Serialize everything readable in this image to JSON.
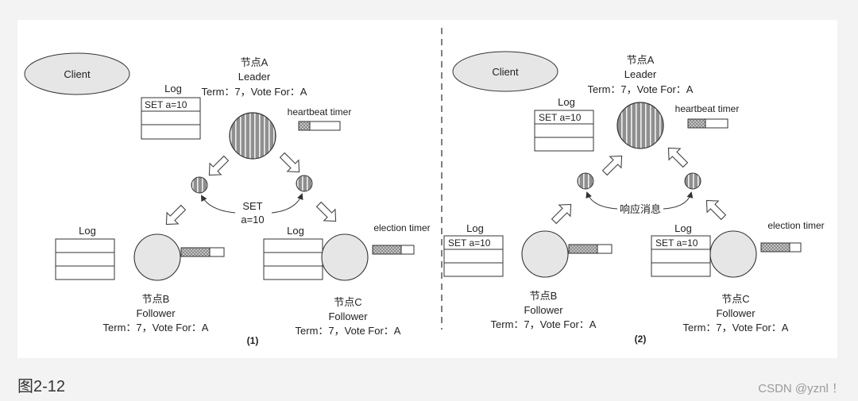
{
  "caption": "图2-12",
  "watermark": "CSDN @yznl ！",
  "labels": {
    "client": "Client",
    "log": "Log",
    "log_entry": "SET a=10",
    "node_a": "节点A",
    "node_b": "节点B",
    "node_c": "节点C",
    "leader": "Leader",
    "follower": "Follower",
    "term_vote": "Term：7，Vote For：A",
    "heartbeat_timer": "heartbeat timer",
    "election_timer": "election timer",
    "set_line1": "SET",
    "set_line2": "a=10",
    "response": "响应消息",
    "panel1": "(1)",
    "panel2": "(2)"
  },
  "colors": {
    "panel_bg": "#ffffff",
    "page_bg": "#f3f3f3",
    "leader_fill": "#8f8f8f",
    "follower_fill": "#e6e6e6",
    "client_fill": "#e6e6e6",
    "timer_fill": "#a8a8a8",
    "stroke": "#333333"
  }
}
